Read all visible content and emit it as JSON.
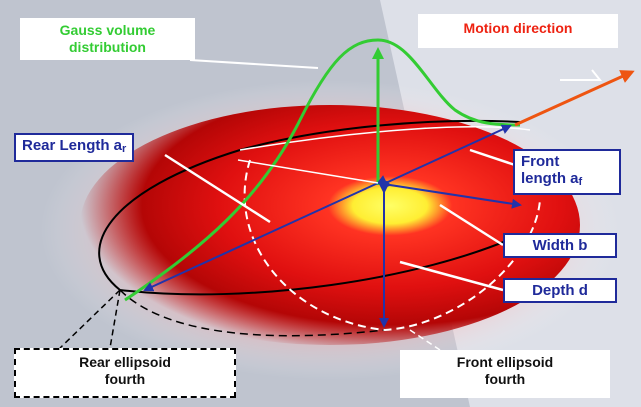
{
  "labels": {
    "gauss": {
      "line1": "Gauss volume",
      "line2": "distribution"
    },
    "motion": "Motion direction",
    "rear_length": {
      "text": "Rear Length a",
      "subscript": "r"
    },
    "front_length": {
      "line1": "Front",
      "line2": "length a",
      "subscript": "f"
    },
    "width": "Width b",
    "depth": "Depth d",
    "rear_fourth": {
      "line1": "Rear ellipsoid",
      "line2": "fourth"
    },
    "front_fourth": {
      "line1": "Front ellipsoid",
      "line2": "fourth"
    }
  },
  "colors": {
    "background": "#bfc4cf",
    "heat_hot": "#ffff66",
    "heat_mid": "#ee1111",
    "heat_edge": "#aa0000",
    "gauss_curve": "#33cc33",
    "motion_arrow": "#ee5511",
    "dimension_arrows": "#2233aa",
    "box_border": "#1f2a9a"
  }
}
